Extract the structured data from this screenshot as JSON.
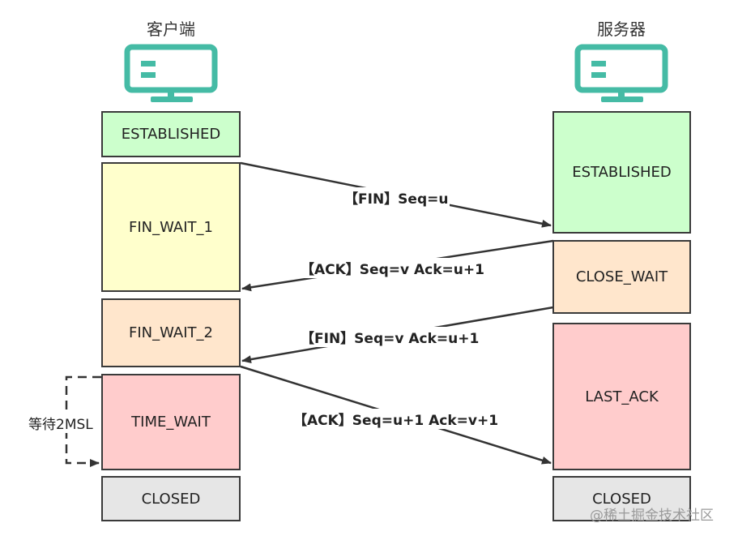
{
  "client": {
    "title": "客户端",
    "icon": "monitor-icon",
    "states": [
      "ESTABLISHED",
      "FIN_WAIT_1",
      "FIN_WAIT_2",
      "TIME_WAIT",
      "CLOSED"
    ]
  },
  "server": {
    "title": "服务器",
    "icon": "monitor-icon",
    "states": [
      "ESTABLISHED",
      "CLOSE_WAIT",
      "LAST_ACK",
      "CLOSED"
    ]
  },
  "messages": [
    {
      "label": "【FIN】Seq=u"
    },
    {
      "label": "【ACK】Seq=v Ack=u+1"
    },
    {
      "label": "【FIN】Seq=v Ack=u+1"
    },
    {
      "label": "【ACK】Seq=u+1 Ack=v+1"
    }
  ],
  "wait_label": "等待2MSL",
  "watermark": "@稀土掘金技术社区",
  "colors": {
    "icon": "#45bba5",
    "established": "#ccffcc",
    "fin_wait_1": "#ffffcc",
    "fin_wait_2": "#ffe6cc",
    "close_wait": "#ffe6cc",
    "time_wait": "#ffcccc",
    "last_ack": "#ffcccc",
    "closed": "#e6e6e6",
    "border": "#3a3a3a"
  }
}
